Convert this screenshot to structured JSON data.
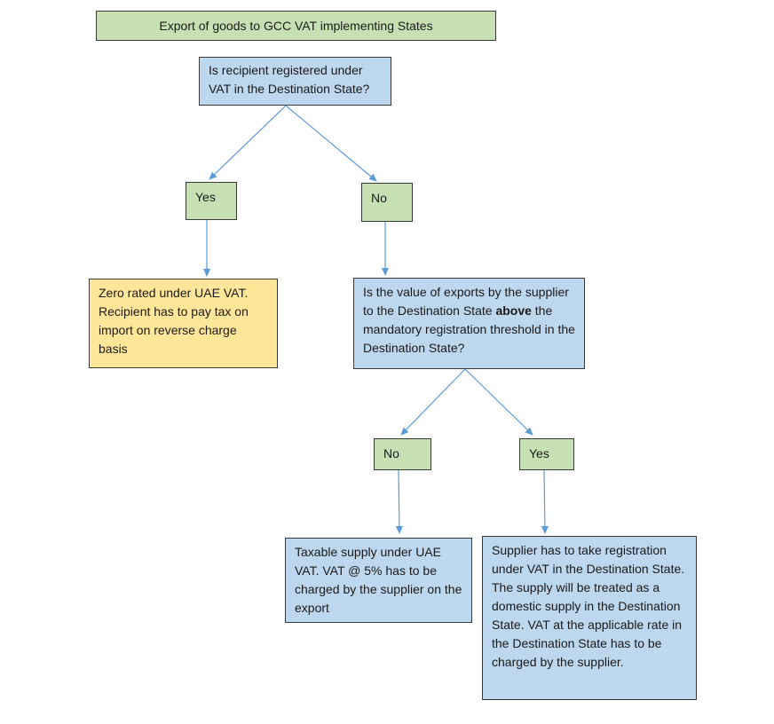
{
  "title": "Export of goods to GCC VAT implementing States",
  "question1": "Is recipient registered under VAT in the Destination State?",
  "answer_yes_1": "Yes",
  "answer_no_1": "No",
  "outcome_zero_rated": "Zero rated under UAE VAT. Recipient has to pay tax on import on reverse charge basis",
  "question2": {
    "before": "Is the value of exports by the supplier to the Destination State ",
    "bold": "above",
    "after": " the mandatory registration threshold in the Destination State?"
  },
  "answer_no_2": "No",
  "answer_yes_2": "Yes",
  "outcome_taxable": "Taxable supply under UAE VAT. VAT @ 5% has to be charged by the supplier on the export",
  "outcome_registration": "Supplier has to take registration under VAT in the Destination State. The supply will be treated as a domestic supply in the Destination State. VAT at the applicable rate in the Destination State has to be charged by the supplier.",
  "colors": {
    "green": "#c6e0b4",
    "blue": "#bdd7ee",
    "yellow": "#ffe699",
    "arrow": "#5b9bd5"
  }
}
